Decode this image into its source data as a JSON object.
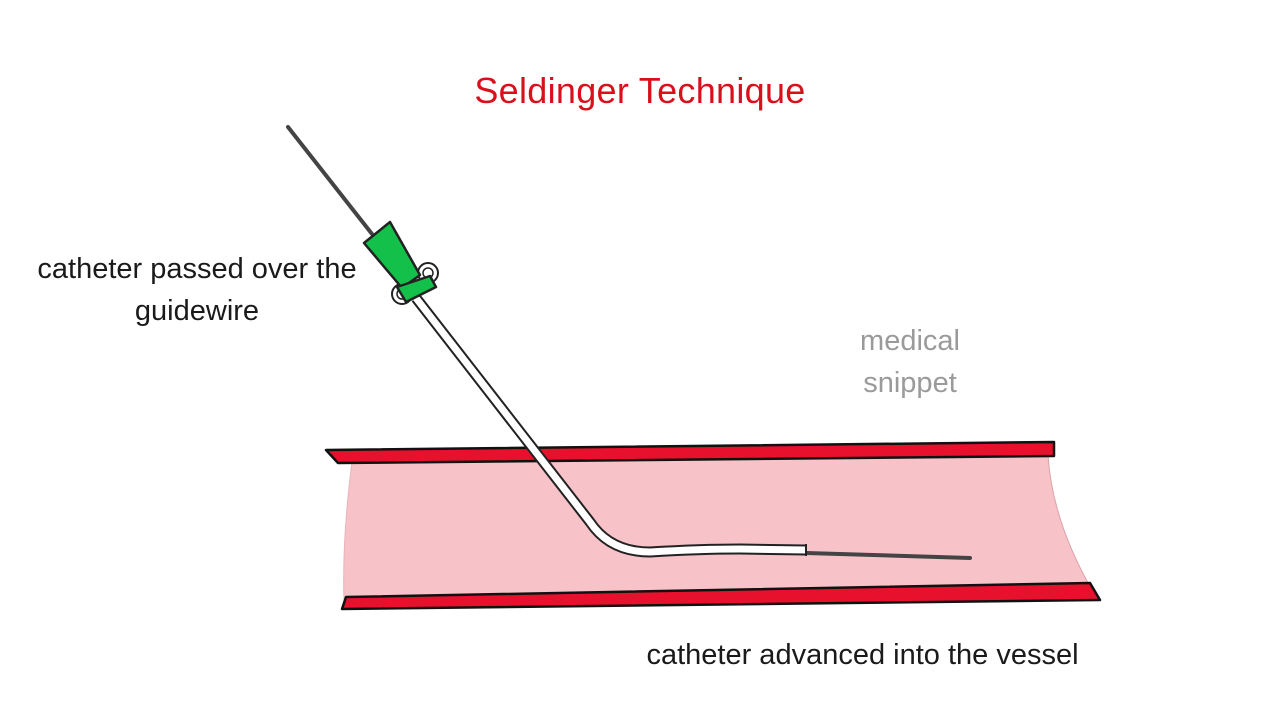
{
  "title": "Seldinger Technique",
  "labels": {
    "guidewire_line1": "catheter passed over the",
    "guidewire_line2": "guidewire",
    "vessel": "catheter advanced into the vessel"
  },
  "watermark": {
    "line1": "medical",
    "line2": "snippet"
  },
  "colors": {
    "title": "#d9101b",
    "vessel_wall": "#e8112d",
    "vessel_lumen": "#f7c3c8",
    "hub": "#13c14a",
    "catheter": "#ffffff",
    "guidewire": "#444444",
    "watermark": "#9a9a9a"
  }
}
